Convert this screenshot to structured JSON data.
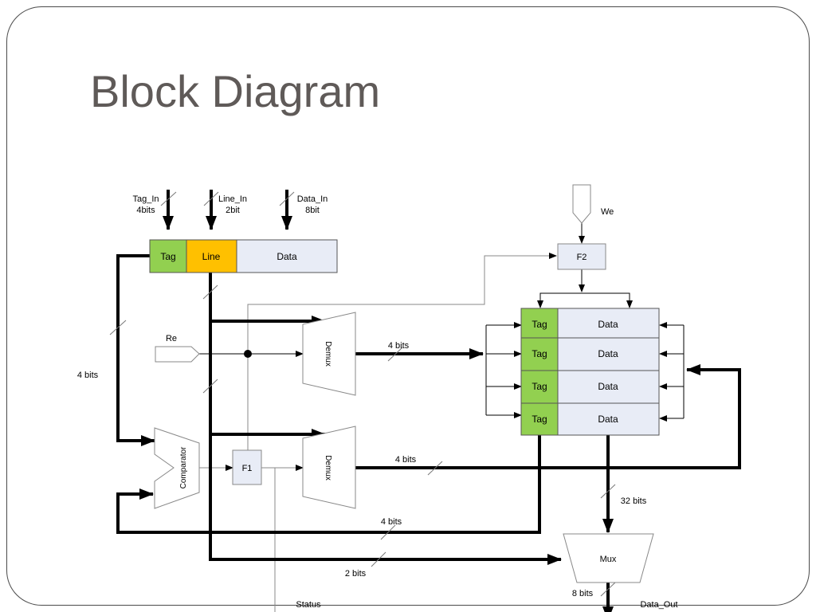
{
  "title": "Block Diagram",
  "inputs": {
    "tag_in": {
      "name": "Tag_In",
      "width": "4bits"
    },
    "line_in": {
      "name": "Line_In",
      "width": "2bit"
    },
    "data_in": {
      "name": "Data_In",
      "width": "8bit"
    },
    "we": "We",
    "re": "Re"
  },
  "input_register": {
    "tag": "Tag",
    "line": "Line",
    "data": "Data"
  },
  "blocks": {
    "f1": "F1",
    "f2": "F2",
    "demux": "Demux",
    "comparator": "Comparator",
    "mux": "Mux"
  },
  "cache": {
    "rows": [
      {
        "tag": "Tag",
        "data": "Data"
      },
      {
        "tag": "Tag",
        "data": "Data"
      },
      {
        "tag": "Tag",
        "data": "Data"
      },
      {
        "tag": "Tag",
        "data": "Data"
      }
    ]
  },
  "bus_labels": {
    "tag_to_comparator": "4 bits",
    "demux_to_cache": "4 bits",
    "demux_to_cache_data": "4 bits",
    "cache_tag_to_comparator": "4 bits",
    "cache_to_mux": "32 bits",
    "line_to_mux": "2 bits",
    "mux_out": "8 bits"
  },
  "outputs": {
    "status": "Status",
    "data_out": "Data_Out"
  },
  "colors": {
    "tag_fill": "#92d050",
    "line_fill": "#ffc000",
    "data_fill": "#e8ecf6",
    "block_fill": "#e8ecf6",
    "frame": "#4a4a4a",
    "title": "#5f5a58"
  }
}
